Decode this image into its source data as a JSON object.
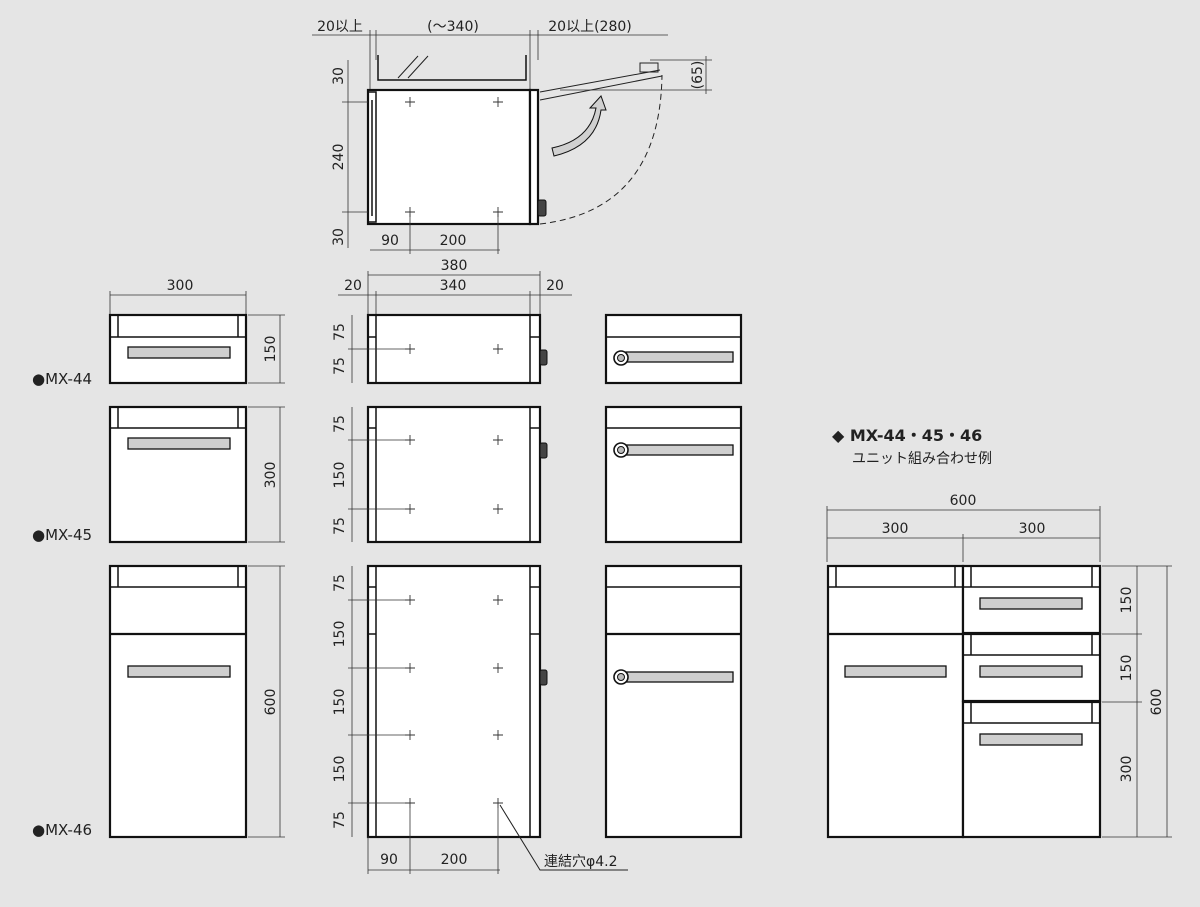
{
  "top_view": {
    "clear_left": "20以上",
    "depth_range": "(～340)",
    "clear_right": "20以上(280)",
    "door_lift": "(65)",
    "v_top": "30",
    "v_mid": "240",
    "v_bot": "30",
    "h_a": "90",
    "h_b": "200"
  },
  "front_views": {
    "width": "300",
    "mx44_height": "150",
    "mx45_height": "300",
    "mx46_height": "600"
  },
  "side_views": {
    "total_width": "380",
    "left_margin": "20",
    "inner_width": "340",
    "right_margin": "20",
    "mx44_rows": [
      "75",
      "75"
    ],
    "mx45_rows": [
      "75",
      "150",
      "75"
    ],
    "mx46_rows": [
      "75",
      "150",
      "150",
      "150",
      "75"
    ],
    "bottom_a": "90",
    "bottom_b": "200",
    "hole_note": "連結穴φ4.2"
  },
  "models": {
    "mx44": "●MX-44",
    "mx45": "●MX-45",
    "mx46": "●MX-46"
  },
  "combo": {
    "title": "◆ MX-44・45・46",
    "subtitle": "ユニット組み合わせ例",
    "total_width": "600",
    "left_width": "300",
    "right_width": "300",
    "right_rows": [
      "150",
      "150",
      "300"
    ],
    "total_height": "600"
  }
}
